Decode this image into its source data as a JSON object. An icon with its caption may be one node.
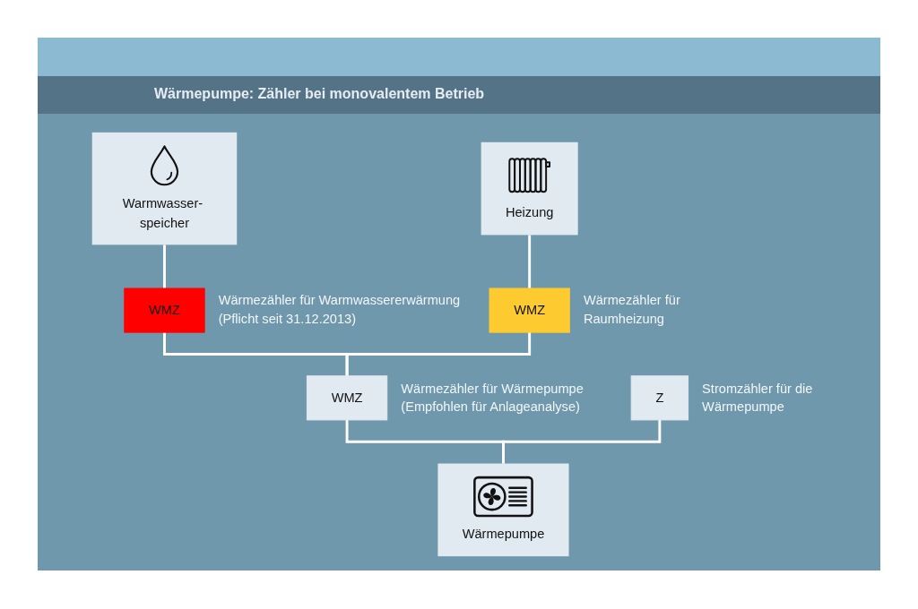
{
  "diagram": {
    "title": "Wärmepumpe: Zähler bei monovalentem Betrieb",
    "nodes": [
      {
        "text": [
          "Warmwasser- speicher"
        ]
      },
      {
        "text": [
          "Heizung"
        ]
      },
      {
        "text": [
          "WMZ"
        ],
        "beside": [
          "Wärmezähler für Warmwassererwärmung (Pflicht seit 31.12.2013)"
        ]
      },
      {
        "text": [
          "WMZ"
        ],
        "beside": [
          "Wärmezähler für Raumheizung"
        ]
      },
      {
        "text": [
          "WMZ"
        ],
        "beside": [
          "Wärmezähler für Wärmepumpe (Empfohlen für Anlageanalyse)"
        ]
      },
      {
        "text": [
          "Z"
        ],
        "beside": [
          "Stromzähler für die Wärmepumpe"
        ]
      },
      {
        "text": [
          "Wärmepumpe"
        ]
      }
    ],
    "edges": [
      {
        "from": 0,
        "to": 2,
        "arrow": "none"
      },
      {
        "from": 1,
        "to": 3,
        "arrow": "none"
      },
      {
        "from": 2,
        "to": 4,
        "arrow": "none"
      },
      {
        "from": 3,
        "to": 4,
        "arrow": "none"
      },
      {
        "from": 4,
        "to": 6,
        "arrow": "none"
      },
      {
        "from": 5,
        "to": 6,
        "arrow": "none"
      }
    ]
  }
}
